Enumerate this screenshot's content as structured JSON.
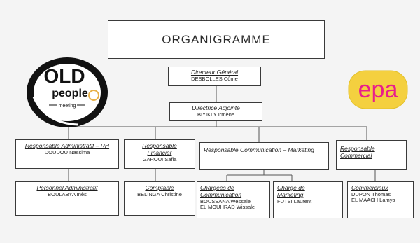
{
  "title": "ORGANIGRAMME",
  "logos": {
    "old_people": {
      "line1": "OLD",
      "line2": "people",
      "line3": "meeting"
    },
    "epa": {
      "text": "epa"
    }
  },
  "nodes": {
    "dg": {
      "role": "Directeur Général",
      "name": "DESBOLLES Côme"
    },
    "da": {
      "role": "Directrice Adjointe",
      "name": "BIYIKLY Irmène"
    },
    "raf": {
      "role": "Responsable Administratif – RH",
      "name": "DOUDOU Nassima"
    },
    "rf": {
      "role": "Responsable Financier",
      "name": "GAROUI Safia"
    },
    "rcm": {
      "role": "Responsable Communication – Marketing",
      "name": ""
    },
    "rc": {
      "role": "Responsable Commercial",
      "name": ""
    },
    "pa": {
      "role": "Personnel Administratif",
      "name": "BOULABYA Inès"
    },
    "cpt": {
      "role": "Comptable",
      "name": "BELINGA Christine"
    },
    "ccom": {
      "role": "Chargées de Communication",
      "names": [
        "BOUSSANA Wessale",
        "EL MOUHRAD Wissale"
      ]
    },
    "cmkt": {
      "role": "Chargé de Marketing",
      "name": "FUTSI Laurent"
    },
    "com": {
      "role": "Commerciaux",
      "names": [
        "DUPON Thomas",
        "EL MAACH Lamya"
      ]
    }
  }
}
